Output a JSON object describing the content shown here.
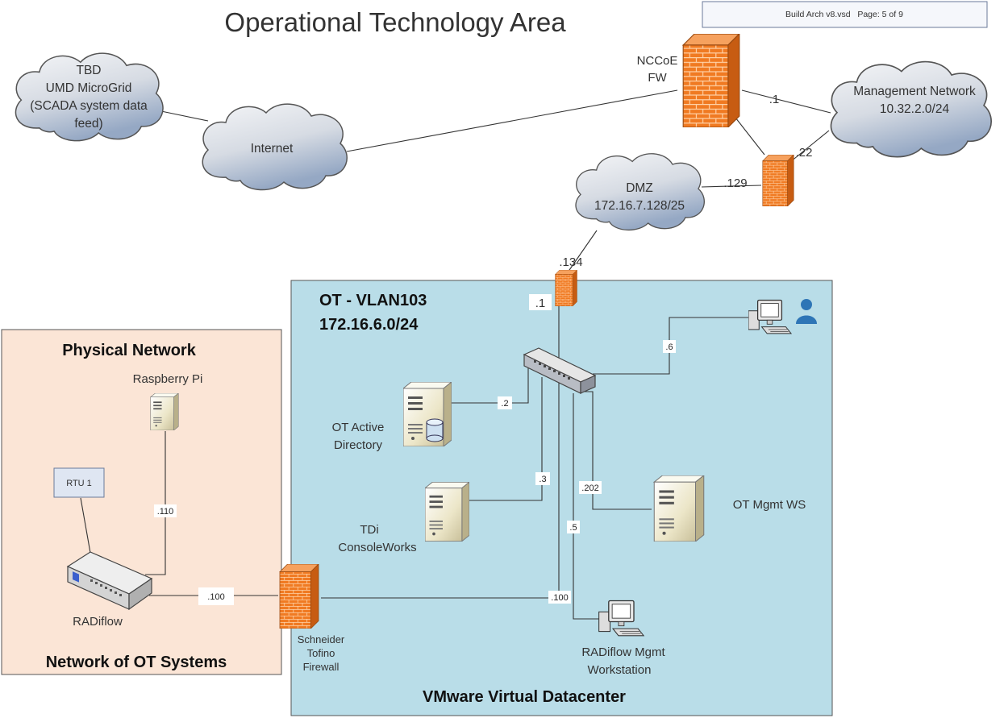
{
  "title": "Operational Technology Area",
  "page_info": "Build Arch v8.vsd   Page: 5 of 9",
  "clouds": {
    "umd": [
      "TBD",
      "UMD MicroGrid",
      "(SCADA system data",
      "feed)"
    ],
    "internet": [
      "Internet"
    ],
    "management": [
      "Management Network",
      "10.32.2.0/24"
    ],
    "dmz": [
      "DMZ",
      "172.16.7.128/25"
    ]
  },
  "firewalls": {
    "nccoe": [
      "NCCoE",
      "FW"
    ],
    "schneider": [
      "Schneider",
      "Tofino",
      "Firewall"
    ]
  },
  "zones": {
    "physical": {
      "title": "Physical Network",
      "footer": "Network of OT Systems"
    },
    "vmware": {
      "vlan_title": [
        "OT - VLAN103",
        "172.16.6.0/24"
      ],
      "footer": "VMware Virtual Datacenter"
    }
  },
  "devices": {
    "raspberry_pi": "Raspberry Pi",
    "rtu": "RTU 1",
    "radiflow": "RADiflow",
    "ot_ad": [
      "OT Active",
      "Directory"
    ],
    "tdi": [
      "TDi",
      "ConsoleWorks"
    ],
    "ot_mgmt_ws": "OT Mgmt WS",
    "radiflow_mgmt": [
      "RADiflow Mgmt",
      "Workstation"
    ]
  },
  "links": {
    "nccoe_mgmt": ".1",
    "mgmt_fw2": ".22",
    "dmz_fw2": ".129",
    "dmz_otfw": ".134",
    "otfw_inside": ".1",
    "user_ws": ".6",
    "ad": ".2",
    "tdi": ".3",
    "mgmt_ws": ".202",
    "radiflow_mgmt": ".5",
    "tofino_in": ".100",
    "raspberry": ".110",
    "radiflow_out": ".100"
  },
  "colors": {
    "physical_zone": "#fbe5d6",
    "vmware_zone": "#b9dde8",
    "firewall": "#f07a22",
    "cloud_top": "#f4f5f7",
    "cloud_bottom": "#9fb0c8"
  }
}
